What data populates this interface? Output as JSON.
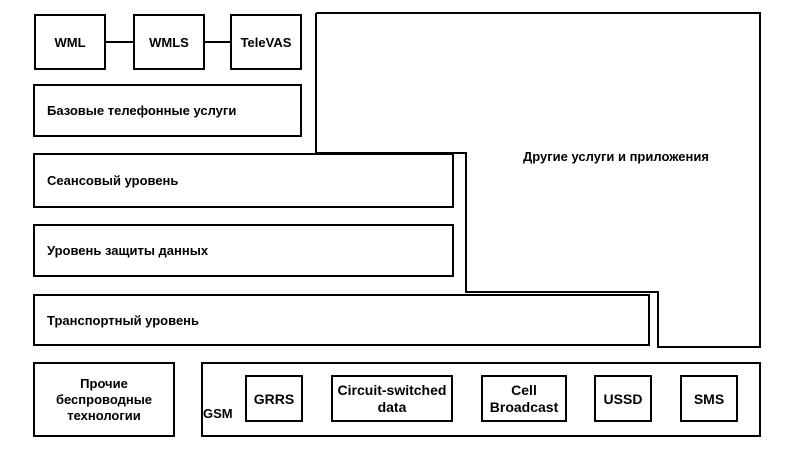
{
  "top_row": {
    "wml": "WML",
    "wmls": "WMLS",
    "televas": "TeleVAS"
  },
  "layers": {
    "basic_telephony": "Базовые телефонные услуги",
    "session": "Сеансовый уровень",
    "security": "Уровень защиты данных",
    "transport": "Транспортный уровень"
  },
  "other_services": "Другие услуги и приложения",
  "other_wireless": {
    "line1": "Прочие",
    "line2": "беспроводные",
    "line3": "технологии"
  },
  "gsm": {
    "label": "GSM",
    "items": {
      "grrs": "GRRS",
      "csd_line1": "Circuit-switched",
      "csd_line2": "data",
      "cb_line1": "Cell",
      "cb_line2": "Broadcast",
      "ussd": "USSD",
      "sms": "SMS"
    }
  }
}
